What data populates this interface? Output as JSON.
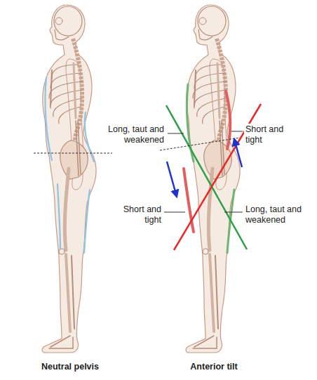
{
  "diagram": {
    "labels": [
      "Long, taut and weakened",
      "Short and tight",
      "Short and tight",
      "Long, taut and weakened",
      "Neutral pelvis",
      "Anterior tilt"
    ]
  }
}
